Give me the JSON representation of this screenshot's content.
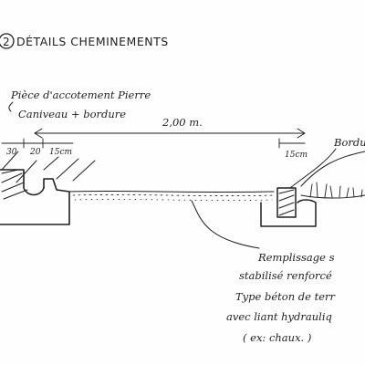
{
  "title": {
    "number": "2",
    "text": "DÉTAILS CHEMINEMENTS"
  },
  "labels": {
    "curb_piece_line1": "Pièce d'accotement Pierre",
    "curb_piece_line2": "Caniveau + bordure",
    "bordure": "Bordu",
    "fill_line1": "Remplissage s",
    "fill_line2": "stabilisé renforcé",
    "fill_line3": "Type béton de terr",
    "fill_line4": "avec liant hydrauliq",
    "fill_line5": "( ex: chaux. )"
  },
  "dimensions": {
    "dim_30": "30",
    "dim_20": "20",
    "dim_15_left": "15cm",
    "dim_span": "2,00 m.",
    "dim_15_right": "15cm"
  },
  "colors": {
    "ink": "#1f1f1f",
    "paper": "#fefefe"
  }
}
